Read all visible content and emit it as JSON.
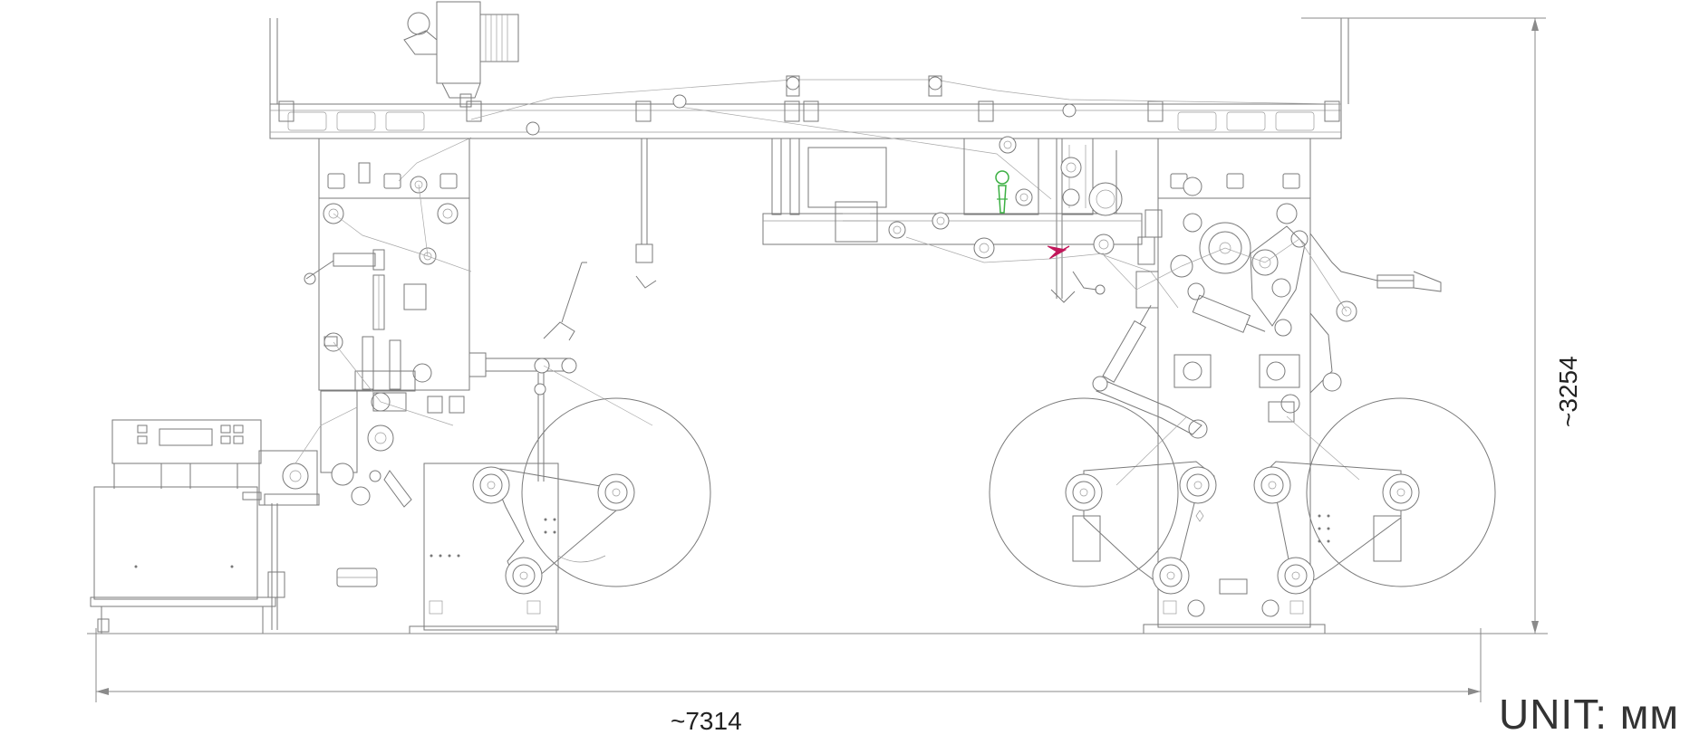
{
  "dimensions": {
    "width_label": "~7314",
    "height_label": "~3254"
  },
  "unit_label": "UNIT: мм",
  "colors": {
    "line": "#7a7a7a",
    "web_path": "#a8a8a8",
    "accent_arrow": "#c2185b",
    "accent_part": "#3cb043"
  }
}
